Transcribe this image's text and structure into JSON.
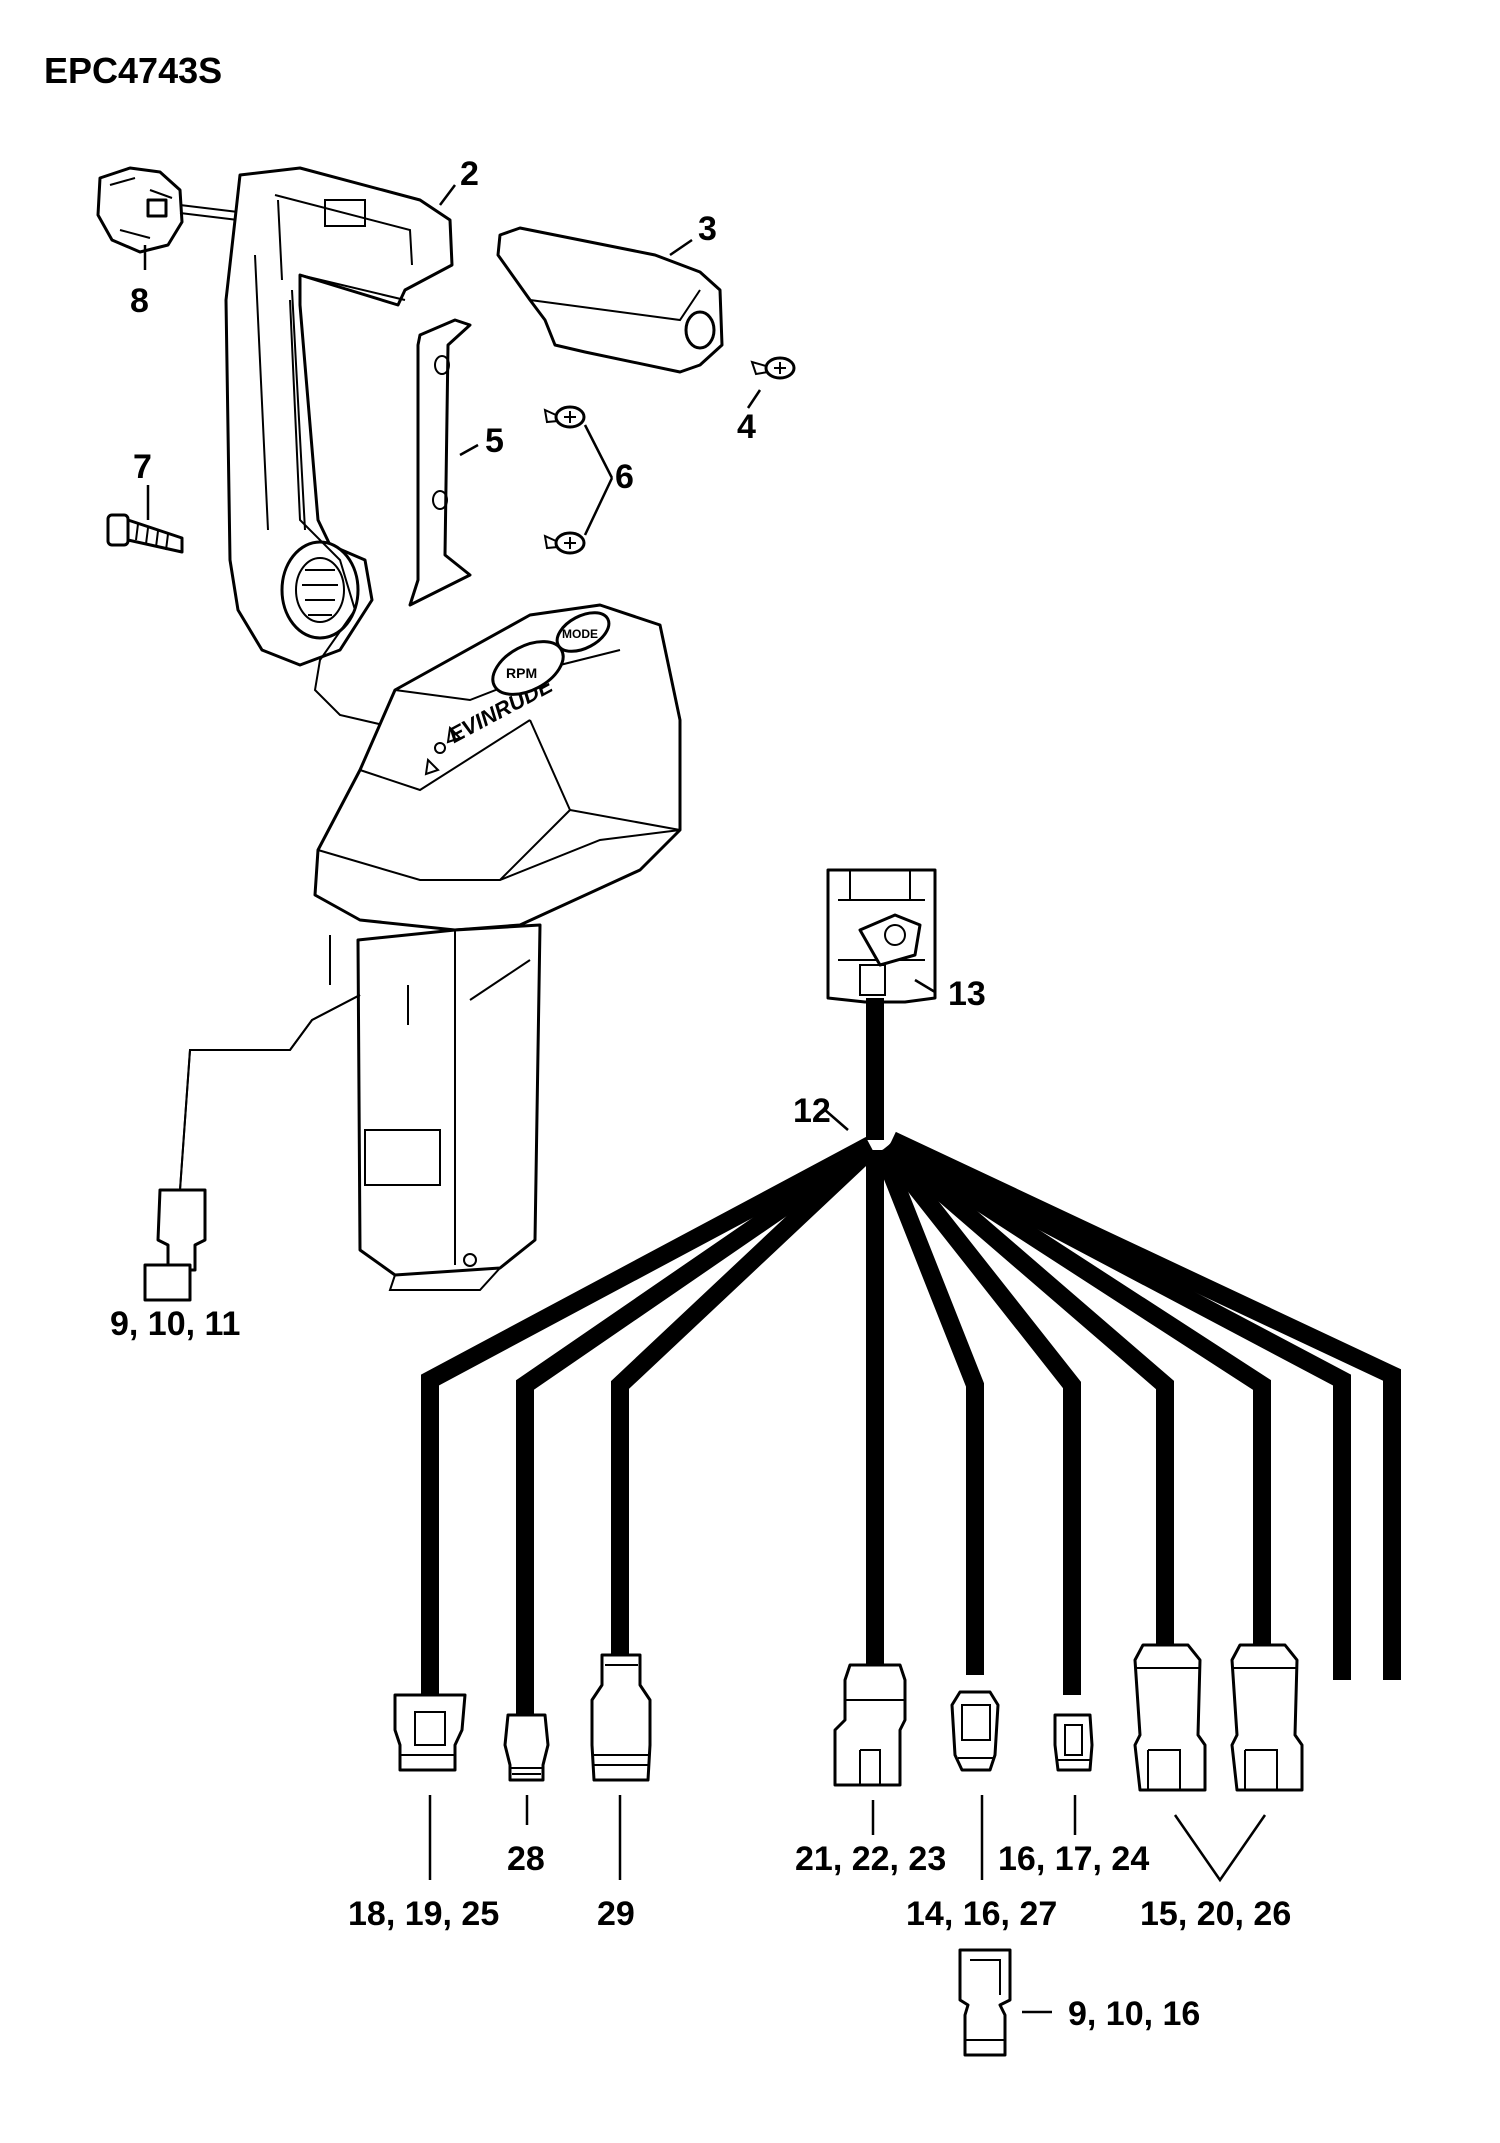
{
  "diagram": {
    "id": "EPC4743S",
    "callouts": {
      "c2": "2",
      "c3": "3",
      "c4": "4",
      "c5": "5",
      "c6": "6",
      "c7": "7",
      "c8": "8",
      "c9_10_11": "9, 10, 11",
      "c12": "12",
      "c13": "13",
      "c18_19_25": "18, 19, 25",
      "c28": "28",
      "c29": "29",
      "c21_22_23": "21, 22, 23",
      "c16_17_24": "16, 17, 24",
      "c14_16_27": "14, 16, 27",
      "c15_20_26": "15, 20, 26",
      "c9_10_16": "9, 10, 16"
    },
    "part_markings": {
      "brand": "EVINRUDE",
      "mode_button": "MODE",
      "rpm_button": "RPM"
    }
  }
}
